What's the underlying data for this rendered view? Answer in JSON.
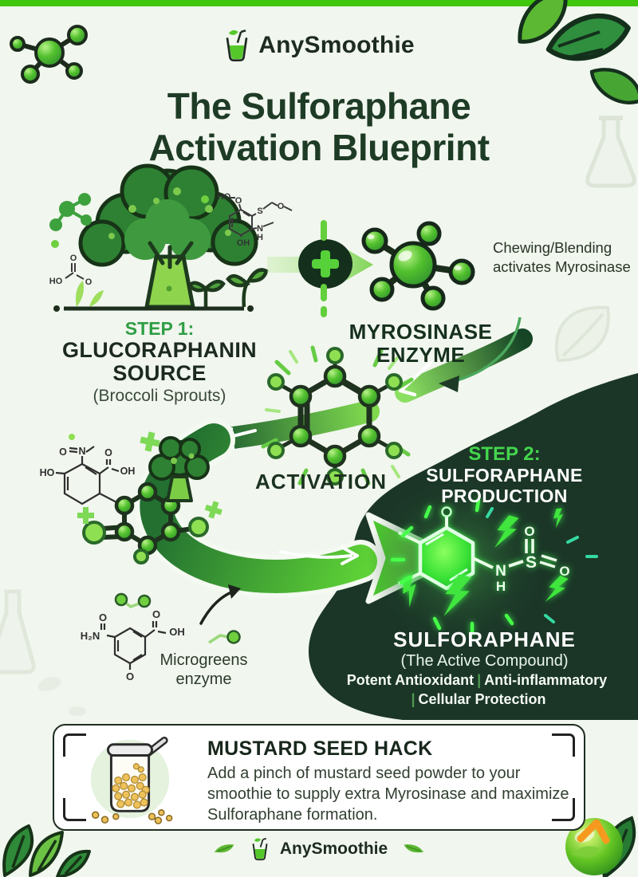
{
  "colors": {
    "top_bar": "#41c60e",
    "background": "#f1f6ee",
    "title_green": "#1e3b26",
    "step_green": "#2f9e44",
    "bright_green": "#44d64d",
    "blob_dark": "#1b3627",
    "glow_green": "#3fe63c",
    "white": "#ffffff"
  },
  "header": {
    "brand": "AnySmoothie",
    "title_line1": "The Sulforaphane",
    "title_line2": "Activation Blueprint"
  },
  "step1": {
    "label": "STEP 1:",
    "title_line1": "GLUCORAPHANIN",
    "title_line2": "SOURCE",
    "subtitle": "(Broccoli Sprouts)",
    "enzyme_line1": "MYROSINASE",
    "enzyme_line2": "ENZYME",
    "note": "Chewing/Blending activates Myrosinase"
  },
  "activation": {
    "label": "ACTIVATION"
  },
  "step2": {
    "label": "STEP 2:",
    "title_line1": "SULFORAPHANE",
    "title_line2": "PRODUCTION",
    "compound": "SULFORAPHANE",
    "compound_sub": "(The Active Compound)",
    "benefit1": "Potent Antioxidant",
    "benefit2": "Anti-inflammatory",
    "benefit3": "Cellular Protection",
    "divider": "|"
  },
  "microgreens": {
    "label_line1": "Microgreens",
    "label_line2": "enzyme"
  },
  "hack": {
    "title": "MUSTARD SEED HACK",
    "body": "Add a pinch of mustard seed powder to your smoothie to supply extra Myrosinase and maximize Sulforaphane formation."
  },
  "footer": {
    "brand": "AnySmoothie"
  },
  "chem": {
    "gluco_sketch": {
      "ho": "HO",
      "o1": "O",
      "s": "S",
      "o2": "O",
      "n": "N",
      "h": "H",
      "oh": "OH"
    },
    "carbonate": {
      "ho": "HO",
      "o1": "O",
      "o2": "O"
    },
    "left_sketch": {
      "o": "O",
      "n": "N",
      "ho": "HO",
      "o2": "O",
      "oh": "OH"
    },
    "micro_sketch": {
      "h2n": "H₂N",
      "o1": "O",
      "o2": "O",
      "oh": "OH",
      "o3": "O"
    },
    "sulforaphane_mol": {
      "n": "N",
      "h": "H",
      "s": "S",
      "o1": "O",
      "o2": "O"
    }
  }
}
